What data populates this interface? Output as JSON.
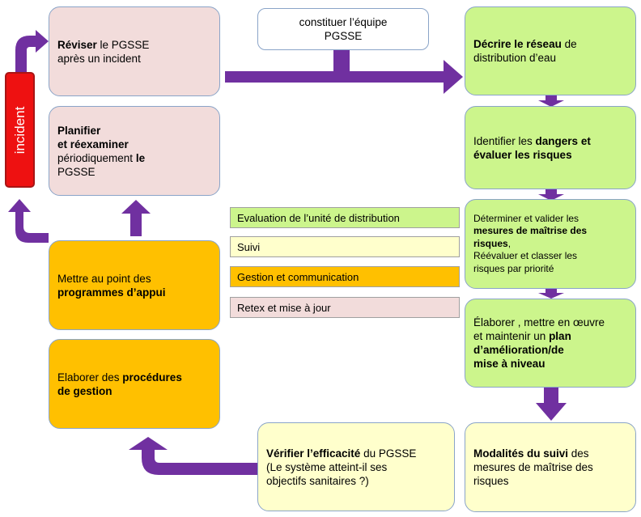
{
  "incident_label": "incident",
  "left": {
    "reviser": {
      "bold": "Réviser",
      "rest1": " le PGSSE",
      "rest2": "après un incident"
    },
    "planifier": {
      "l1": "Planifier",
      "l2": "et réexaminer",
      "l3a": "périodiquement ",
      "l3b": "le",
      "l4": "PGSSE"
    },
    "programmes": {
      "l1": "Mettre au point des",
      "l2": "programmes d’appui"
    },
    "procedures": {
      "l1a": "Elaborer des ",
      "l1b": "procédures",
      "l2": "de gestion"
    }
  },
  "top_center": {
    "l1": "constituer l’équipe",
    "l2": "PGSSE"
  },
  "legend": [
    {
      "label": "Evaluation  de l’unité  de distribution",
      "color": "#ccf58c"
    },
    {
      "label": "Suivi",
      "color": "#ffffcc"
    },
    {
      "label": "Gestion et communication",
      "color": "#ffc000"
    },
    {
      "label": "Retex et mise à jour",
      "color": "#f2dcdb"
    }
  ],
  "right": {
    "decrire": {
      "bold": "Décrire le réseau",
      "rest": " de",
      "l2": "distribution  d’eau"
    },
    "identifier": {
      "l1a": "Identifier les ",
      "l1b": "dangers et",
      "l2": "évaluer les risques"
    },
    "determiner": {
      "l1": "Déterminer et valider les",
      "l2": "mesures de maîtrise des",
      "l3": "risques",
      "l3b": ",",
      "l4": "Réévaluer et classer les",
      "l5": "risques par priorité"
    },
    "elaborer": {
      "l1": "Élaborer , mettre en œuvre",
      "l2a": "et maintenir  un ",
      "l2b": "plan",
      "l3": "d’amélioration/de",
      "l4": "mise à niveau"
    },
    "modalites": {
      "bold": "Modalités du suivi",
      "rest": " des",
      "l2": "mesures de maîtrise des",
      "l3": "risques"
    }
  },
  "verifier": {
    "bold": "Vérifier l’efficacité",
    "rest": " du PGSSE",
    "l2": "(Le système atteint-il ses",
    "l3": "objectifs sanitaires ?)"
  }
}
